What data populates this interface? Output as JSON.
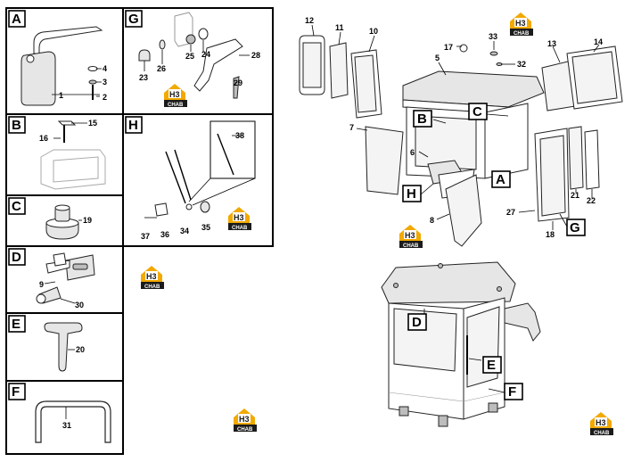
{
  "sections": {
    "A": {
      "label": "A",
      "parts": [
        "1",
        "2",
        "3",
        "4"
      ]
    },
    "B": {
      "label": "B",
      "parts": [
        "15",
        "16"
      ]
    },
    "C": {
      "label": "C",
      "parts": [
        "19"
      ]
    },
    "D": {
      "label": "D",
      "parts": [
        "9",
        "30"
      ]
    },
    "E": {
      "label": "E",
      "parts": [
        "20"
      ]
    },
    "F": {
      "label": "F",
      "parts": [
        "31"
      ]
    },
    "G": {
      "label": "G",
      "parts": [
        "23",
        "24",
        "25",
        "26",
        "28",
        "29"
      ]
    },
    "H": {
      "label": "H",
      "parts": [
        "34",
        "35",
        "36",
        "37",
        "38"
      ]
    }
  },
  "cab_labels": {
    "top": [
      "12",
      "11",
      "10",
      "17",
      "33",
      "32",
      "5",
      "13",
      "14",
      "7",
      "6",
      "8",
      "21",
      "22",
      "27",
      "18"
    ],
    "markers": [
      "B",
      "C",
      "H",
      "A",
      "G"
    ],
    "bottom_markers": [
      "D",
      "E",
      "F"
    ]
  },
  "watermark": {
    "logo": "H3",
    "caption": "CHAB"
  }
}
